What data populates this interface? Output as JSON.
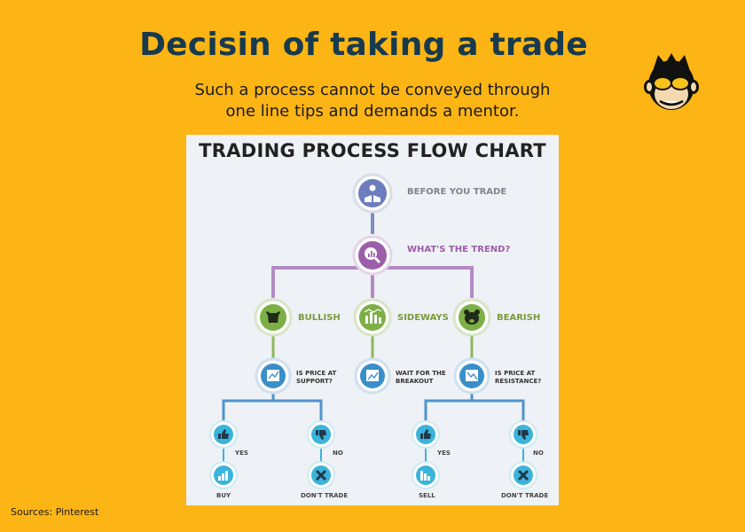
{
  "header": {
    "title": "Decisin of taking a trade",
    "subtitle_line1": "Such a process cannot be conveyed through",
    "subtitle_line2": "one line tips and demands a mentor."
  },
  "footer": {
    "source": "Sources: Pinterest"
  },
  "flowchart": {
    "title": "TRADING PROCESS FLOW CHART",
    "nodes": {
      "before_trade": "BEFORE YOU TRADE",
      "trend": "WHAT'S THE TREND?",
      "bullish": "BULLISH",
      "sideways": "SIDEWAYS",
      "bearish": "BEARISH",
      "support_line1": "IS PRICE AT",
      "support_line2": "SUPPORT?",
      "breakout_line1": "WAIT FOR THE",
      "breakout_line2": "BREAKOUT",
      "resistance_line1": "IS PRICE AT",
      "resistance_line2": "RESISTANCE?",
      "yes_left": "YES",
      "no_left": "NO",
      "yes_right": "YES",
      "no_right": "NO",
      "buy": "BUY",
      "dont_trade_left": "DON'T TRADE",
      "sell": "SELL",
      "dont_trade_right": "DON'T TRADE"
    },
    "colors": {
      "navy_connector": "#7D8FC4",
      "purple_connector": "#B38BC4",
      "blue_connector": "#4F94CC",
      "green_node": "#7DAF47",
      "blue_node": "#3A8FC9",
      "cyan_node": "#3BB4DB"
    }
  }
}
